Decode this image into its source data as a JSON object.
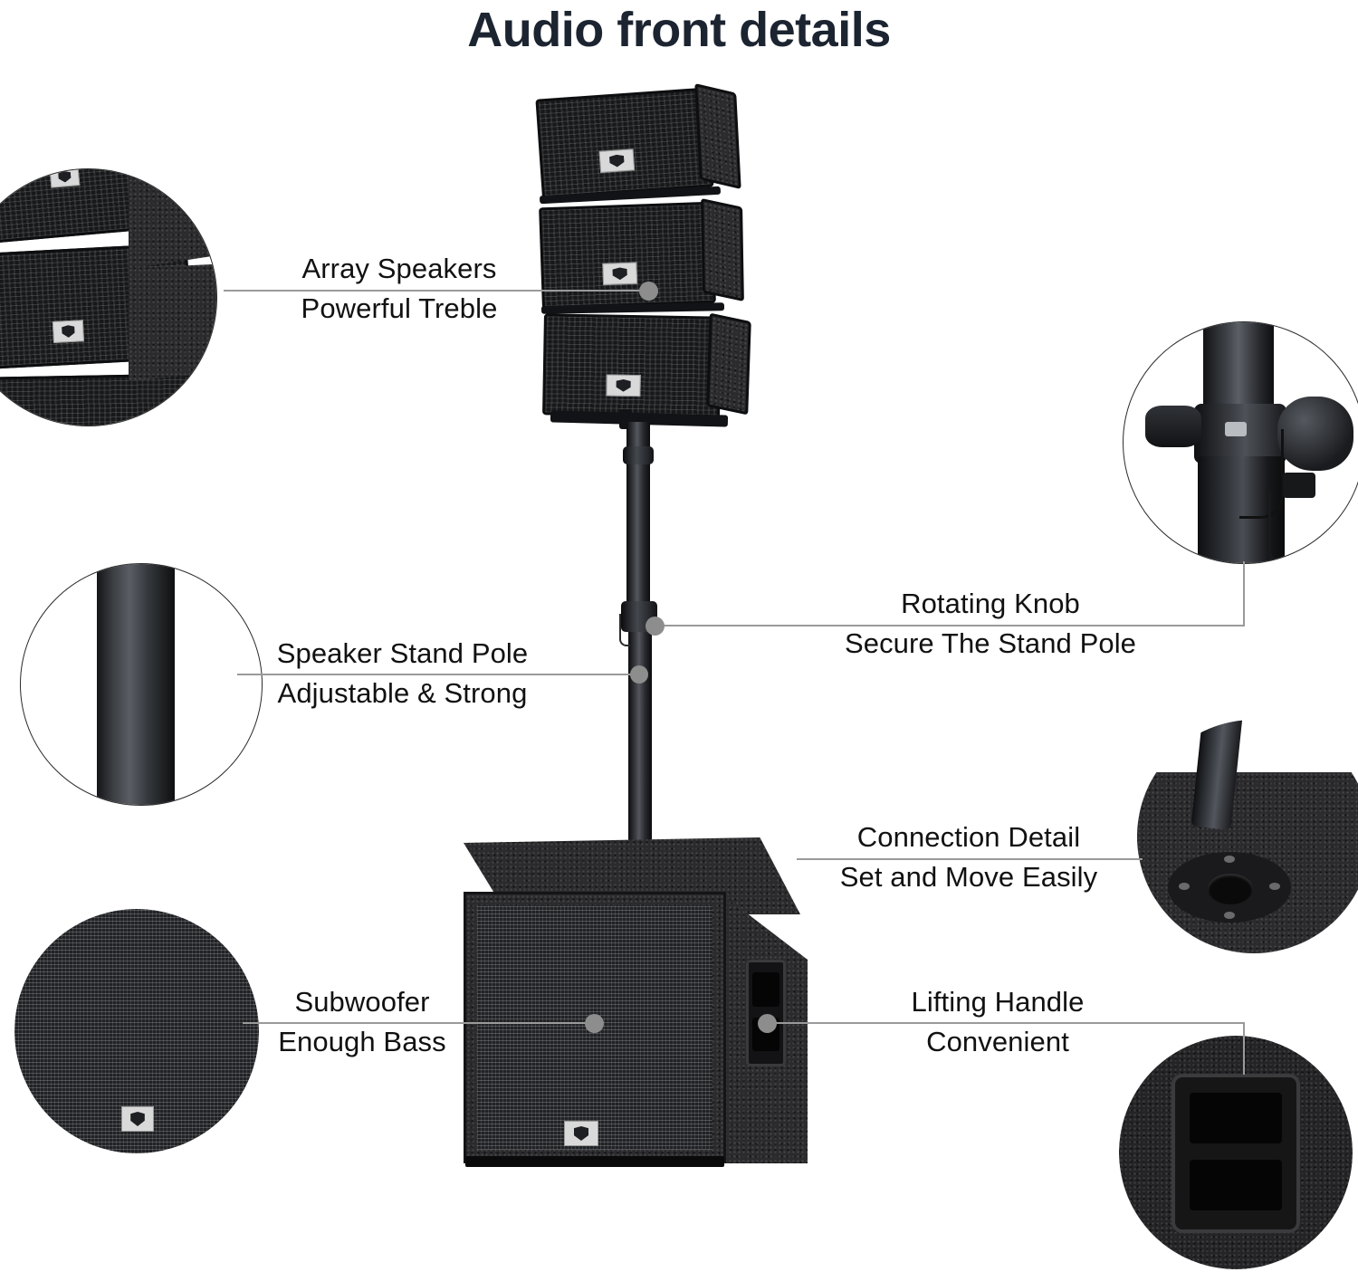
{
  "page": {
    "title": "Audio front details",
    "background_color": "#ffffff",
    "title_color": "#1b2430",
    "text_color": "#111111",
    "connector_color": "#9a9a9a",
    "dot_color": "#8d8d8d"
  },
  "callouts": [
    {
      "id": "array-speakers",
      "line1": "Array Speakers",
      "line2": "Powerful Treble",
      "side": "left",
      "inset_name": "array-speaker-grille-closeup"
    },
    {
      "id": "speaker-stand-pole",
      "line1": "Speaker Stand Pole",
      "line2": "Adjustable & Strong",
      "side": "left",
      "inset_name": "stand-pole-closeup"
    },
    {
      "id": "subwoofer",
      "line1": "Subwoofer",
      "line2": "Enough Bass",
      "side": "left",
      "inset_name": "subwoofer-grille-closeup"
    },
    {
      "id": "rotating-knob",
      "line1": "Rotating Knob",
      "line2": "Secure The Stand Pole",
      "side": "right",
      "inset_name": "rotating-knob-closeup"
    },
    {
      "id": "connection-detail",
      "line1": "Connection Detail",
      "line2": "Set and Move Easily",
      "side": "right",
      "inset_name": "pole-socket-closeup"
    },
    {
      "id": "lifting-handle",
      "line1": "Lifting Handle",
      "line2": "Convenient",
      "side": "right",
      "inset_name": "lifting-handle-closeup"
    }
  ],
  "product": {
    "array_speaker_count": 3,
    "subwoofer_label": "subwoofer-cabinet",
    "stand_label": "tripod-speaker-stand-pole"
  }
}
